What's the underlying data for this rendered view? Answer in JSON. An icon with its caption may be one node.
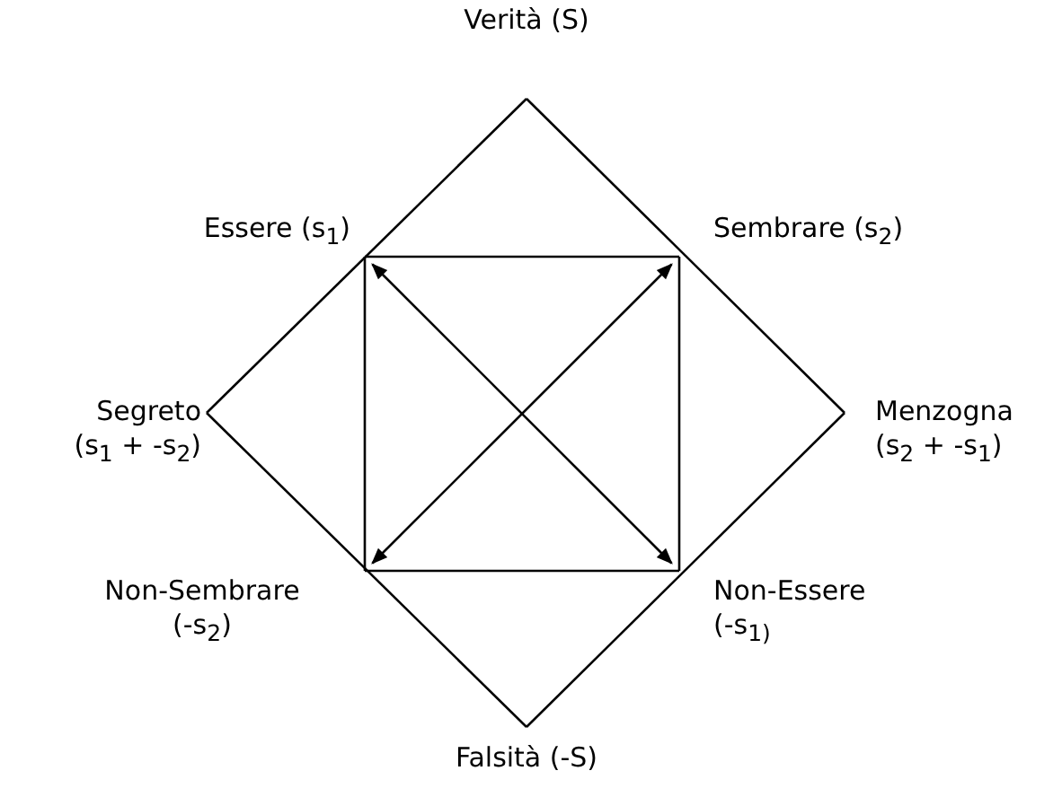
{
  "diagram": {
    "nodes": [
      {
        "text": [
          "Verità (S)"
        ]
      },
      {
        "text": [
          "Essere (s$_{1}$)"
        ]
      },
      {
        "text": [
          "Sembrare (s$_{2}$)"
        ]
      },
      {
        "text": [
          "Segreto",
          "(s$_{1}$ + -s$_{2}$)"
        ]
      },
      {
        "text": [
          "Menzogna",
          "(s$_{2}$ + -s$_{1}$)"
        ]
      },
      {
        "text": [
          "Non-Sembrare",
          "(-s$_{2}$)"
        ]
      },
      {
        "text": [
          "Non-Essere",
          "(-s$_{1)}$"
        ]
      },
      {
        "text": [
          "Falsità (-S)"
        ]
      }
    ],
    "edges": [
      {
        "from": 0,
        "to": 3,
        "arrow": "none"
      },
      {
        "from": 0,
        "to": 4,
        "arrow": "none"
      },
      {
        "from": 3,
        "to": 7,
        "arrow": "none"
      },
      {
        "from": 4,
        "to": 7,
        "arrow": "none"
      },
      {
        "from": 1,
        "to": 2,
        "arrow": "none"
      },
      {
        "from": 1,
        "to": 5,
        "arrow": "none"
      },
      {
        "from": 2,
        "to": 6,
        "arrow": "none"
      },
      {
        "from": 5,
        "to": 6,
        "arrow": "none"
      },
      {
        "from": 1,
        "to": 6,
        "arrow": "both"
      },
      {
        "from": 2,
        "to": 5,
        "arrow": "both"
      }
    ]
  }
}
